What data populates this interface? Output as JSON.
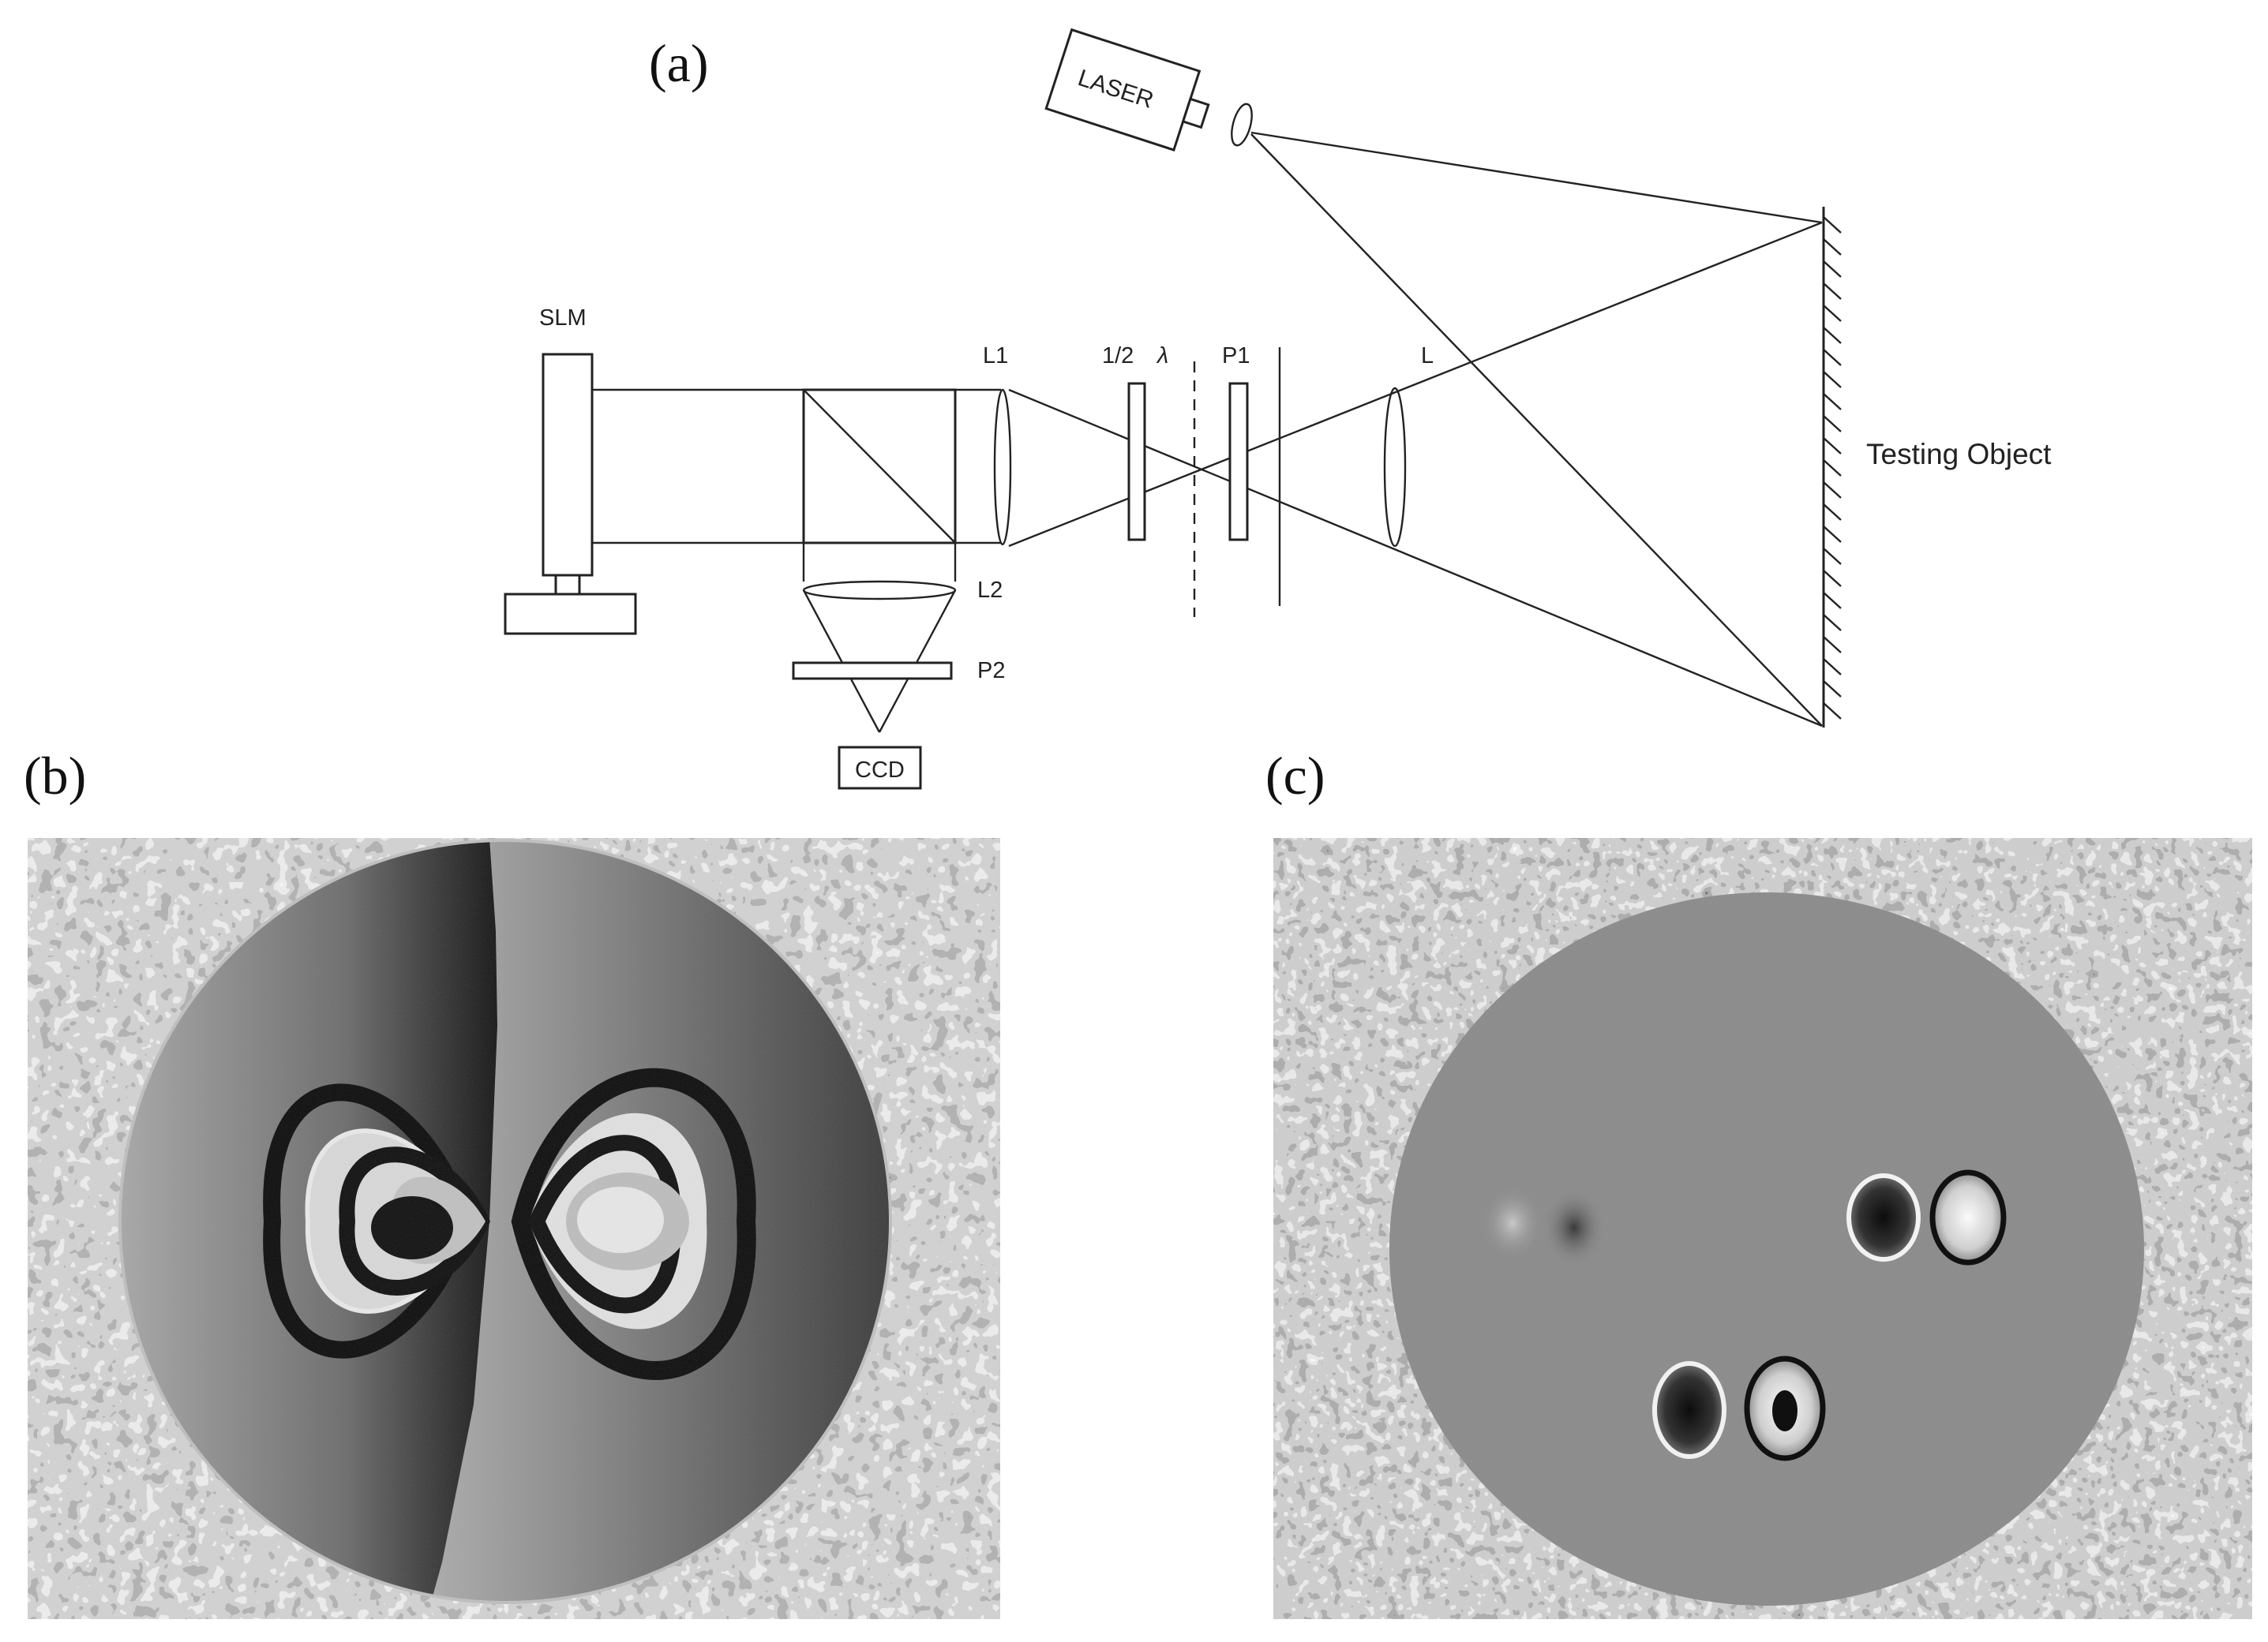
{
  "panels": {
    "a": "(a)",
    "b": "(b)",
    "c": "(c)"
  },
  "setup_labels": {
    "laser": "LASER",
    "slm": "SLM",
    "l1": "L1",
    "half_wave": "1/2",
    "lambda": "λ",
    "p1": "P1",
    "l": "L",
    "l2": "L2",
    "p2": "P2",
    "ccd": "CCD",
    "testing_object": "Testing Object"
  },
  "colors": {
    "line": "#222222",
    "background": "#ffffff",
    "fringe_dark": "#141414",
    "fringe_light": "#e6e6e6",
    "phase_gray": "#8c8c8c"
  }
}
